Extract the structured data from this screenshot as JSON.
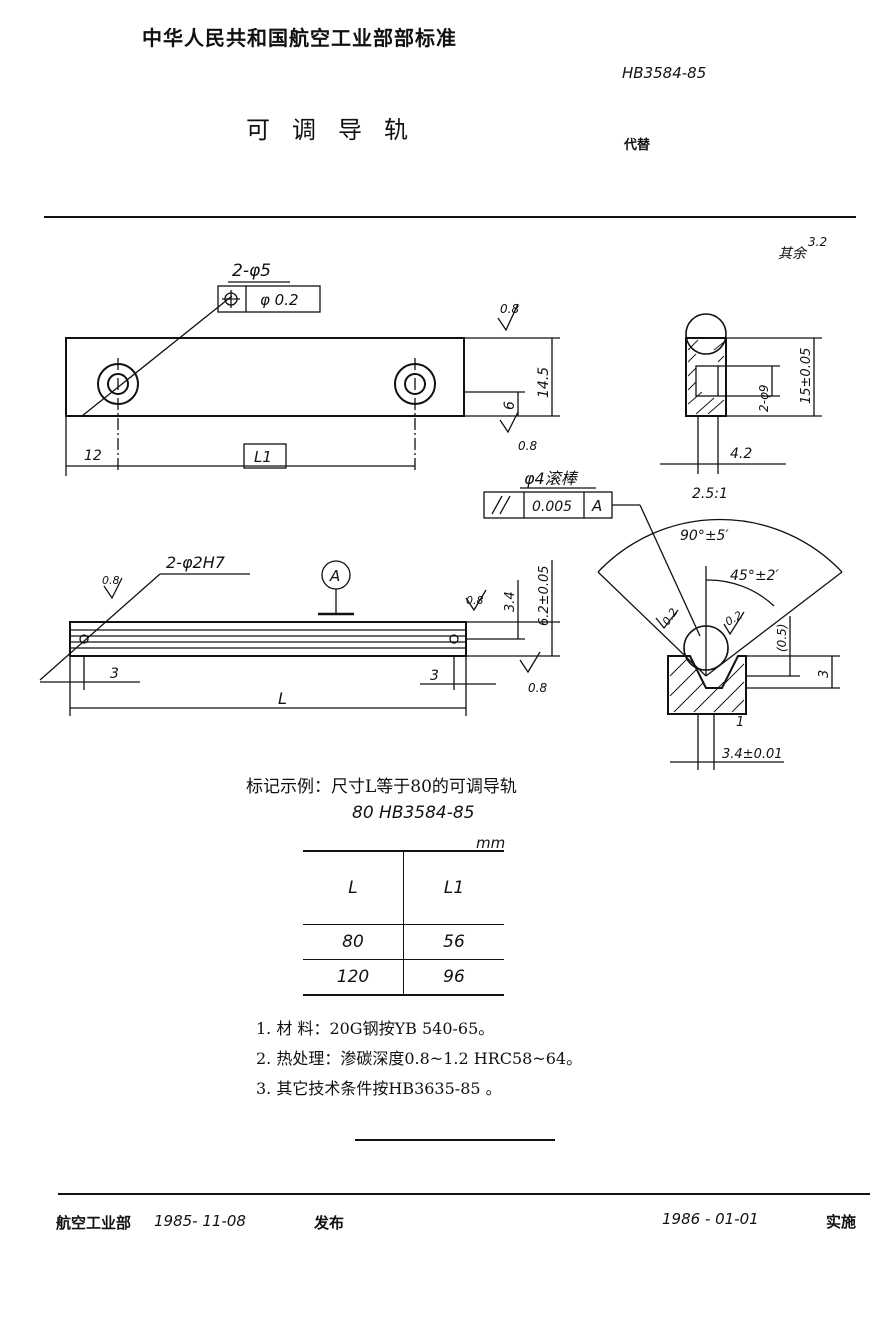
{
  "header": {
    "org": "中华人民共和国航空工业部部标准",
    "standard_code": "HB3584-85",
    "title": "可调导轨",
    "replaces": "代替"
  },
  "drawing": {
    "other_roughness_prefix": "其余",
    "other_roughness": "3.2",
    "top_view": {
      "hole_callout": "2-φ5",
      "position_tol": "φ 0.2",
      "roughness_a": "0.8",
      "roughness_b": "0.8",
      "dim_14_5": "14.5",
      "dim_6": "6",
      "dim_12": "12",
      "dim_l1": "L1"
    },
    "side_view": {
      "hole_callout": "2-φ2H7",
      "datum": "A",
      "roughness_a": "0.8",
      "roughness_b": "0.8",
      "roughness_c": "0.8",
      "dim_3_4": "3.4",
      "dim_6_2": "6.2±0.05",
      "dim_3_left": "3",
      "dim_3_right": "3",
      "dim_l": "L"
    },
    "end_view": {
      "dim_15": "15±0.05",
      "dim_2_phi9": "2-φ9",
      "dim_4_2": "4.2",
      "scale": "2.5:1"
    },
    "roller_callout": "φ4滚棒",
    "parallel_tol": "0.005",
    "parallel_datum": "A",
    "v_detail": {
      "angle_total": "90°±5′",
      "angle_half": "45°±2′",
      "roughness_a": "0.2",
      "roughness_b": "0.2",
      "dim_0_5": "(0.5)",
      "dim_3": "3",
      "dim_1": "1",
      "dim_3_4": "3.4±0.01"
    }
  },
  "marking_example": {
    "label": "标记示例：尺寸L等于80的可调导轨",
    "code": "80   HB3584-85"
  },
  "size_table": {
    "unit": "mm",
    "headers": [
      "L",
      "L1"
    ],
    "rows": [
      [
        "80",
        "56"
      ],
      [
        "120",
        "96"
      ]
    ]
  },
  "notes": [
    "1.  材   料：20G钢按YB 540-65。",
    "2.  热处理：渗碳深度0.8~1.2   HRC58~64。",
    "3.  其它技术条件按HB3635-85 。"
  ],
  "footer": {
    "issuer": "航空工业部",
    "issue_date": "1985- 11-08",
    "issued": "发布",
    "effective_date": "1986 - 01-01",
    "effective": "实施"
  }
}
